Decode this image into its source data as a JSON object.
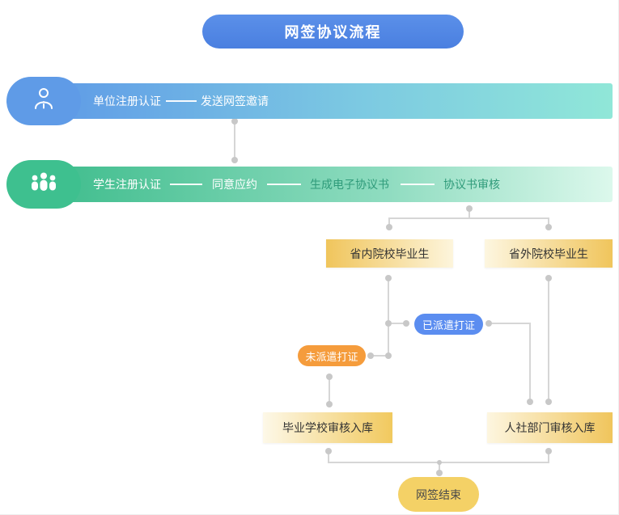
{
  "title": "网签协议流程",
  "lanes": [
    {
      "id": "employer",
      "icon": "person-outline-icon",
      "steps": [
        {
          "label": "单位注册认证"
        },
        {
          "label": "发送网签邀请"
        }
      ]
    },
    {
      "id": "student",
      "icon": "people-icon",
      "steps": [
        {
          "label": "学生注册认证"
        },
        {
          "label": "同意应约"
        },
        {
          "label": "生成电子协议书"
        },
        {
          "label": "协议书审核"
        }
      ]
    }
  ],
  "nodes": {
    "inside": "省内院校毕业生",
    "outside": "省外院校毕业生",
    "dispatched": "已派遣打证",
    "undispatched": "未派遣打证",
    "school_review": "毕业学校审核入库",
    "hr_review": "人社部门审核入库",
    "end": "网签结束"
  },
  "colors": {
    "title_blue": "#4a7fe0",
    "employer_blue": "#5f9be7",
    "employer_bar_end": "#90e7d8",
    "student_green": "#3ec08f",
    "student_bar_end": "#dcf8ec",
    "student_text_green": "#2f9b7a",
    "box_gold": "#f0c55c",
    "box_cream": "#fdf5dc",
    "pill_blue": "#5b8df0",
    "pill_orange": "#f59c3c",
    "pill_yellow": "#f4d166",
    "box_text": "#333333",
    "connector_gray": "#d6d6d6",
    "dot_gray": "#c8c8c8"
  }
}
